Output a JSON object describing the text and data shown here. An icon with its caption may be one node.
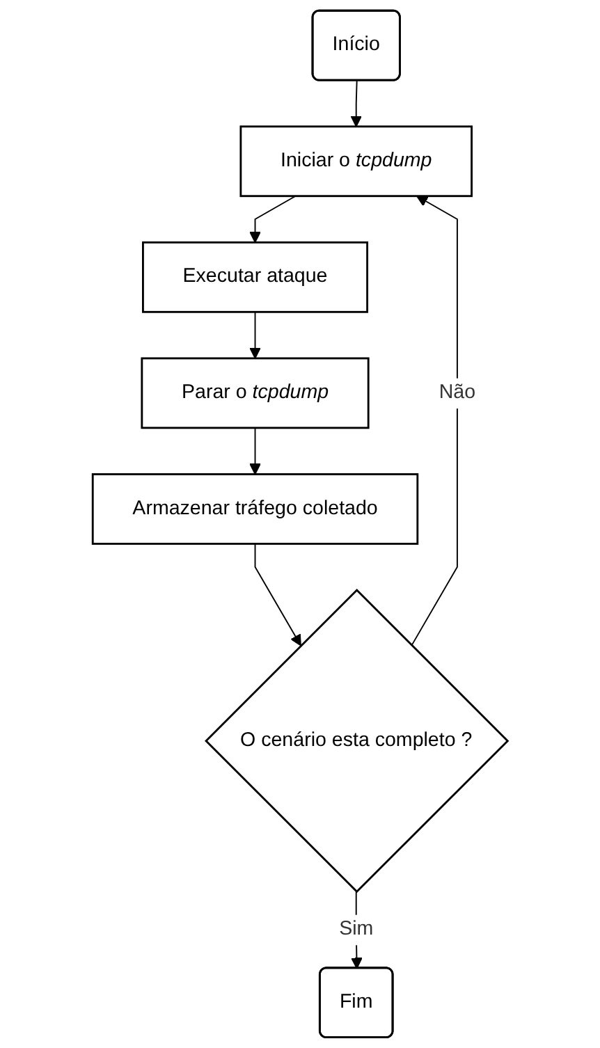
{
  "diagram": {
    "nodes": [
      {
        "text": [
          "Início"
        ]
      },
      {
        "text": [
          "Iniciar o *tcpdump*"
        ]
      },
      {
        "text": [
          "Executar ataque"
        ]
      },
      {
        "text": [
          "Parar o *tcpdump*"
        ]
      },
      {
        "text": [
          "Armazenar tráfego coletado"
        ]
      },
      {
        "text": [
          "O cenário esta completo ?"
        ]
      },
      {
        "text": [
          "Fim"
        ]
      }
    ],
    "edges": [
      {
        "from": 0,
        "to": 1,
        "arrow": "to"
      },
      {
        "from": 1,
        "to": 2,
        "arrow": "to"
      },
      {
        "from": 2,
        "to": 3,
        "arrow": "to"
      },
      {
        "from": 3,
        "to": 4,
        "arrow": "to"
      },
      {
        "from": 4,
        "to": 5,
        "arrow": "to"
      },
      {
        "from": 5,
        "to": 1,
        "arrow": "to",
        "label": "Não"
      },
      {
        "from": 5,
        "to": 6,
        "arrow": "to",
        "label": "Sim"
      }
    ]
  }
}
